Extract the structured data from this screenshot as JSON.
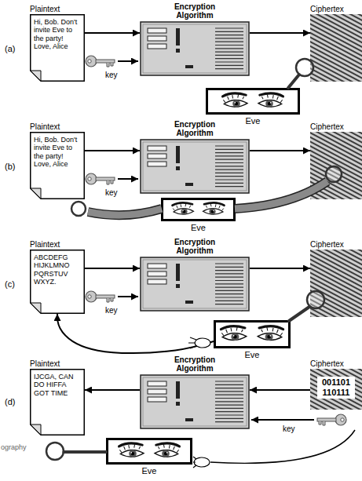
{
  "diagram": {
    "nodes": [
      {
        "text": [
          "Plaintext",
          "Hi, Bob. Don't invite Eve to the party! Love, Alice"
        ]
      },
      {
        "text": [
          "Encryption Algorithm"
        ]
      },
      {
        "text": [
          "Ciphertex"
        ]
      },
      {
        "text": [
          "Eve"
        ]
      },
      {
        "text": [
          "Plaintext",
          "Hi, Bob. Don't invite Eve to the party! Love, Alice"
        ]
      },
      {
        "text": [
          "Encryption Algorithm"
        ]
      },
      {
        "text": [
          "Ciphertex"
        ]
      },
      {
        "text": [
          "Eve"
        ]
      },
      {
        "text": [
          "Plaintext",
          "ABCDEFG HIJKLMNO PQRSTUV WXYZ."
        ]
      },
      {
        "text": [
          "Encryption Algorithm"
        ]
      },
      {
        "text": [
          "Ciphertex"
        ]
      },
      {
        "text": [
          "Eve"
        ]
      },
      {
        "text": [
          "Plaintext",
          "IJCGA, CAN DO HIFFA GOT TIME"
        ]
      },
      {
        "text": [
          "Encryption Algorithm"
        ]
      },
      {
        "text": [
          "Ciphertex",
          "001101 110111"
        ]
      },
      {
        "text": [
          "Eve"
        ]
      }
    ],
    "edges": [
      {
        "from": 0,
        "to": 1,
        "arrow": "to"
      },
      {
        "from": 1,
        "to": 2,
        "arrow": "to"
      },
      {
        "from": 4,
        "to": 5,
        "arrow": "to"
      },
      {
        "from": 5,
        "to": 6,
        "arrow": "to"
      },
      {
        "from": 8,
        "to": 9,
        "arrow": "to"
      },
      {
        "from": 9,
        "to": 10,
        "arrow": "to"
      },
      {
        "from": 11,
        "to": 8,
        "arrow": "to"
      },
      {
        "from": 14,
        "to": 13,
        "arrow": "to"
      },
      {
        "from": 13,
        "to": 12,
        "arrow": "to"
      }
    ],
    "labels": [
      "(a)",
      "(b)",
      "(c)",
      "(d)",
      "key",
      "key",
      "key",
      "key",
      "ography"
    ]
  }
}
